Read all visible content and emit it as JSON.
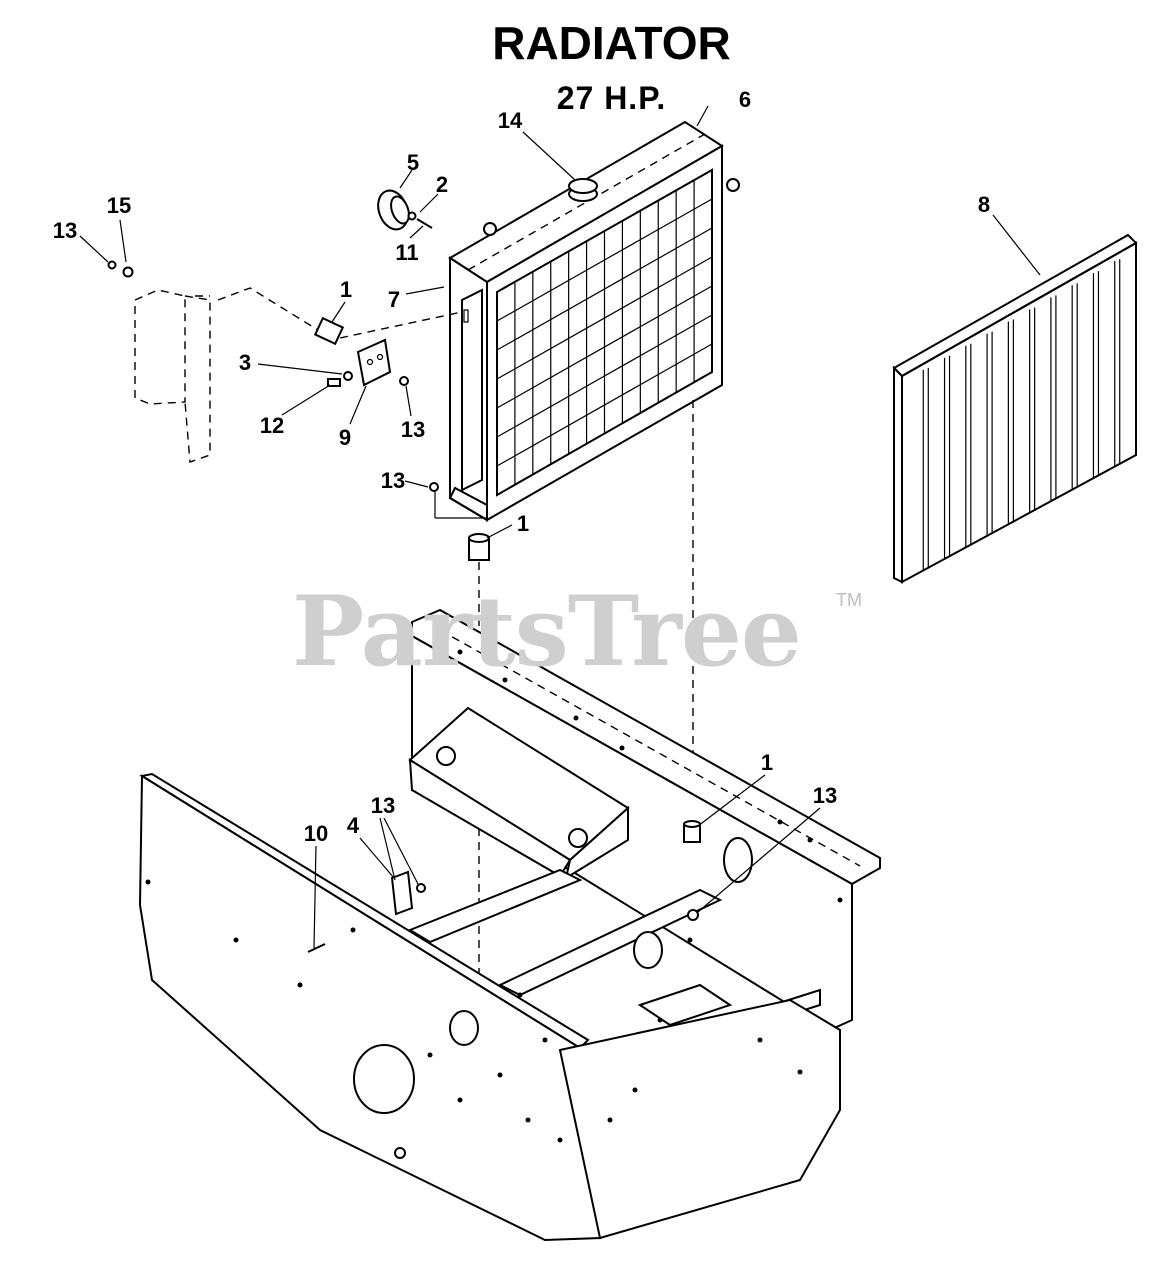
{
  "title": "RADIATOR",
  "subtitle": "27 H.P.",
  "watermark": "PartsTree",
  "trademark": "TM",
  "callouts": {
    "c6": "6",
    "c14": "14",
    "c5": "5",
    "c2": "2",
    "c11": "11",
    "c15": "15",
    "c13a": "13",
    "c1a": "1",
    "c7": "7",
    "c3": "3",
    "c12": "12",
    "c9": "9",
    "c13b": "13",
    "c13c": "13",
    "c1b": "1",
    "c8": "8",
    "c1c": "1",
    "c13d": "13",
    "c13e": "13",
    "c10": "10",
    "c4": "4"
  },
  "colors": {
    "ink": "#000000",
    "watermark": "#cfcfcf",
    "background": "#ffffff"
  }
}
